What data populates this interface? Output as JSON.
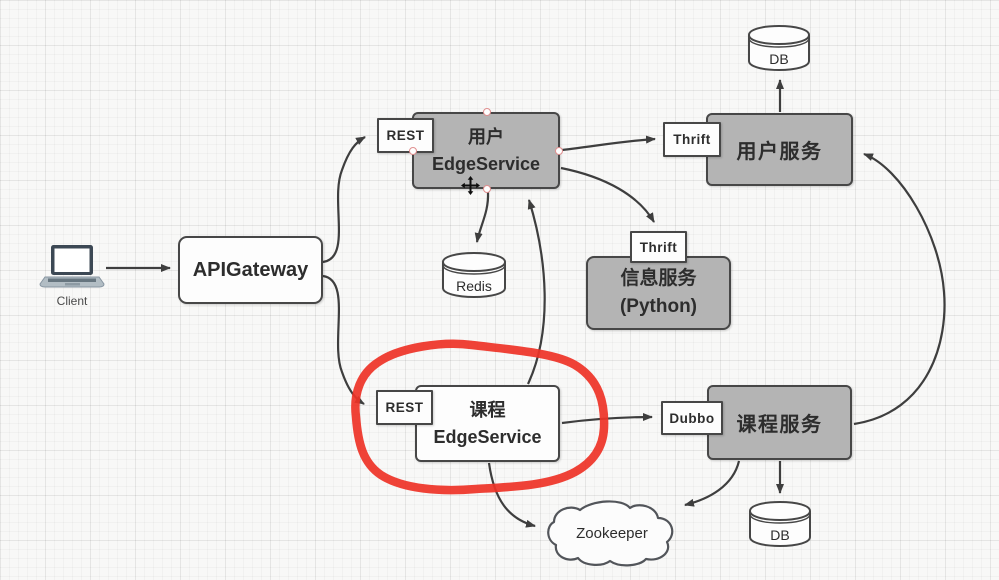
{
  "diagram": {
    "title": "Microservice architecture whiteboard diagram",
    "nodes": {
      "client": {
        "label": "Client"
      },
      "apigateway": {
        "label": "APIGateway"
      },
      "rest_top": {
        "label": "REST"
      },
      "user_edge": {
        "line1": "用户",
        "line2": "EdgeService"
      },
      "redis": {
        "label": "Redis"
      },
      "thrift_user": {
        "label": "Thrift"
      },
      "user_service": {
        "label": "用户服务"
      },
      "db_user": {
        "label": "DB"
      },
      "thrift_info": {
        "label": "Thrift"
      },
      "info_service": {
        "line1": "信息服务",
        "line2": "(Python)"
      },
      "rest_bottom": {
        "label": "REST"
      },
      "course_edge": {
        "line1": "课程",
        "line2": "EdgeService"
      },
      "dubbo": {
        "label": "Dubbo"
      },
      "course_service": {
        "label": "课程服务"
      },
      "db_course": {
        "label": "DB"
      },
      "zookeeper": {
        "label": "Zookeeper"
      }
    },
    "edges": [
      {
        "from": "client",
        "to": "apigateway"
      },
      {
        "from": "apigateway",
        "to": "rest_top"
      },
      {
        "from": "apigateway",
        "to": "rest_bottom"
      },
      {
        "from": "user_edge",
        "to": "thrift_user"
      },
      {
        "from": "user_edge",
        "to": "thrift_info"
      },
      {
        "from": "user_edge",
        "to": "redis"
      },
      {
        "from": "course_edge",
        "to": "user_edge"
      },
      {
        "from": "course_edge",
        "to": "dubbo"
      },
      {
        "from": "course_edge",
        "to": "zookeeper"
      },
      {
        "from": "course_service",
        "to": "zookeeper"
      },
      {
        "from": "course_service",
        "to": "db_course"
      },
      {
        "from": "course_service",
        "to": "user_service"
      },
      {
        "from": "user_service",
        "to": "db_user"
      }
    ],
    "annotations": {
      "red_circle_target": "course_edge + rest_bottom (highlighted with hand-drawn red loop)",
      "selection_handles_on": "user_edge"
    },
    "colors": {
      "node_gray": "#b4b4b4",
      "node_white": "#fdfdfd",
      "border": "#474747",
      "arrow": "#3e3e3e",
      "highlight_red": "#ee3226",
      "handle_ring": "#e08f8f",
      "background": "#f8f8f7"
    }
  }
}
